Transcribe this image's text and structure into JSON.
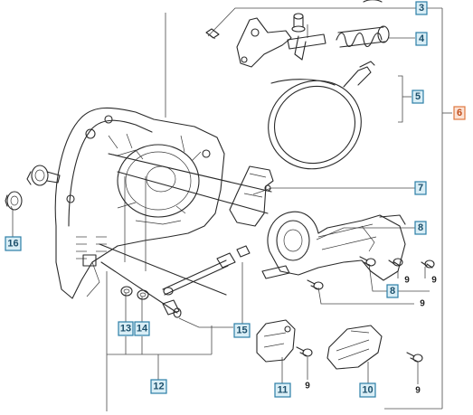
{
  "colors": {
    "callout_fill": "#d9eef6",
    "callout_border": "#2c7ea6",
    "callout_text": "#1c4f6b",
    "assembly_fill": "#fbe3d6",
    "assembly_border": "#e0783f",
    "assembly_text": "#c24d1a",
    "line": "#2a2a2a"
  },
  "assembly_label": "6",
  "callouts": [
    {
      "label": "3"
    },
    {
      "label": "4"
    },
    {
      "label": "5"
    },
    {
      "label": "7"
    },
    {
      "label": "8"
    },
    {
      "label": "8"
    },
    {
      "label": "16"
    },
    {
      "label": "13"
    },
    {
      "label": "14"
    },
    {
      "label": "15"
    },
    {
      "label": "12"
    },
    {
      "label": "11"
    },
    {
      "label": "10"
    }
  ],
  "plain_labels": [
    {
      "label": "9"
    },
    {
      "label": "9"
    },
    {
      "label": "9"
    },
    {
      "label": "9"
    },
    {
      "label": "9"
    }
  ]
}
